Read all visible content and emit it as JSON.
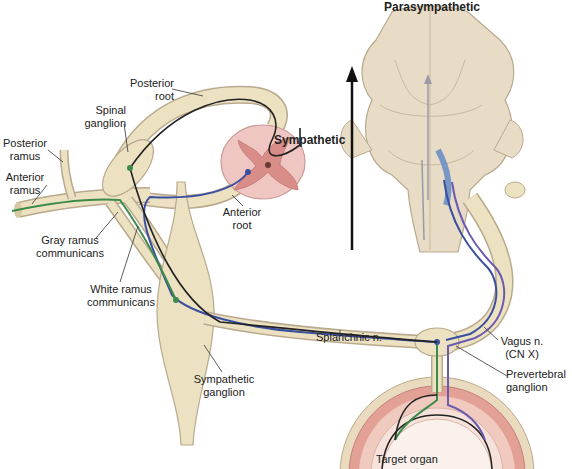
{
  "diagram": {
    "labels": [
      "Parasympathetic",
      "Sympathetic",
      "Posterior root",
      "Spinal ganglion",
      "Posterior ramus",
      "Anterior ramus",
      "Gray ramus communicans",
      "White ramus communicans",
      "Anterior root",
      "Sympathetic ganglion",
      "Splanchnic n.",
      "Vagus n. (CN X)",
      "Prevertebral ganglion",
      "Target organ"
    ]
  }
}
